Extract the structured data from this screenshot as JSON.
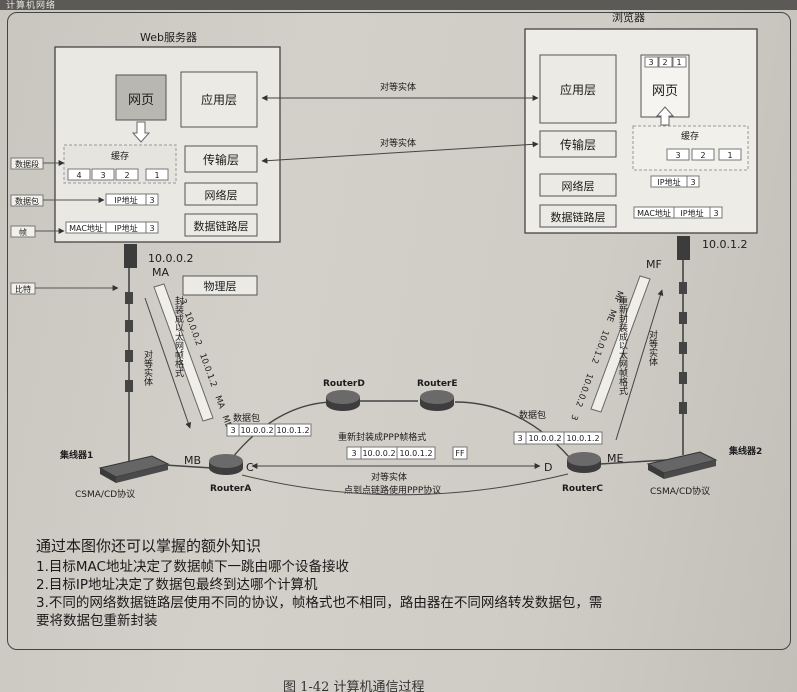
{
  "header_fragment": "计算机网络",
  "web_server": {
    "title": "Web服务器",
    "webpage": "网页",
    "app_layer": "应用层",
    "transport_layer": "传输层",
    "network_layer": "网络层",
    "datalink_layer": "数据链路层",
    "physical_layer": "物理层",
    "cache": "缓存",
    "cache_cells": [
      "4",
      "3",
      "2",
      "1"
    ],
    "ip_label": "IP地址",
    "ip_num": "3",
    "mac_label": "MAC地址",
    "ip_label2": "IP地址",
    "mac_num": "3",
    "ip_address": "10.0.0.2",
    "port": "MA"
  },
  "side_labels": {
    "segment": "数据段",
    "packet": "数据包",
    "frame": "帧",
    "bits": "比特"
  },
  "browser": {
    "title": "浏览器",
    "app_layer": "应用层",
    "transport_layer": "传输层",
    "network_layer": "网络层",
    "datalink_layer": "数据链路层",
    "webpage": "网页",
    "page_cells": [
      "3",
      "2",
      "1"
    ],
    "cache": "缓存",
    "cache_cells": [
      "3",
      "2",
      "1"
    ],
    "ip_label": "IP地址",
    "ip_num": "3",
    "mac_label": "MAC地址",
    "ip_label2": "IP地址",
    "mac_num": "3",
    "ip_address": "10.0.1.2",
    "port": "MF"
  },
  "peer_entity": "对等实体",
  "routers": {
    "a": "RouterA",
    "c": "RouterC",
    "d": "RouterD",
    "e": "RouterE"
  },
  "ports": {
    "mb": "MB",
    "c": "C",
    "d": "D",
    "me": "ME"
  },
  "hubs": {
    "left": "集线器1",
    "right": "集线器2"
  },
  "csma_left": "CSMA/CD协议",
  "csma_right": "CSMA/CD协议",
  "packet_left": {
    "title": "数据包",
    "cells": [
      "3",
      "10.0.0.2",
      "10.0.1.2"
    ]
  },
  "packet_right": {
    "title": "数据包",
    "cells": [
      "3",
      "10.0.0.2",
      "10.0.1.2"
    ]
  },
  "ppp": {
    "title": "重新封装成PPP帧格式",
    "cells": [
      "3",
      "10.0.0.2",
      "10.0.1.2",
      "FF"
    ]
  },
  "ptp": {
    "peer": "对等实体",
    "desc": "点到点链路使用PPP协议"
  },
  "left_frame": {
    "vertical": "封装成以太网帧格式",
    "cells": [
      "3",
      "10.0.0.2",
      "10.0.1.2",
      "MA",
      "MB"
    ],
    "peer": "对等实体"
  },
  "right_frame": {
    "vertical": "重新封装成以太网帧格式",
    "cells": [
      "MF",
      "ME",
      "10.0.1.2",
      "10.0.0.2",
      "3"
    ],
    "peer": "对等实体"
  },
  "notes": {
    "heading": "通过本图你还可以掌握的额外知识",
    "items": [
      "1.目标MAC地址决定了数据帧下一跳由哪个设备接收",
      "2.目标IP地址决定了数据包最终到达哪个计算机",
      "3.不同的网络数据链路层使用不同的协议，帧格式也不相同，路由器在不同网络转发数据包，需",
      "要将数据包重新封装"
    ]
  },
  "caption": "图 1-42   计算机通信过程"
}
